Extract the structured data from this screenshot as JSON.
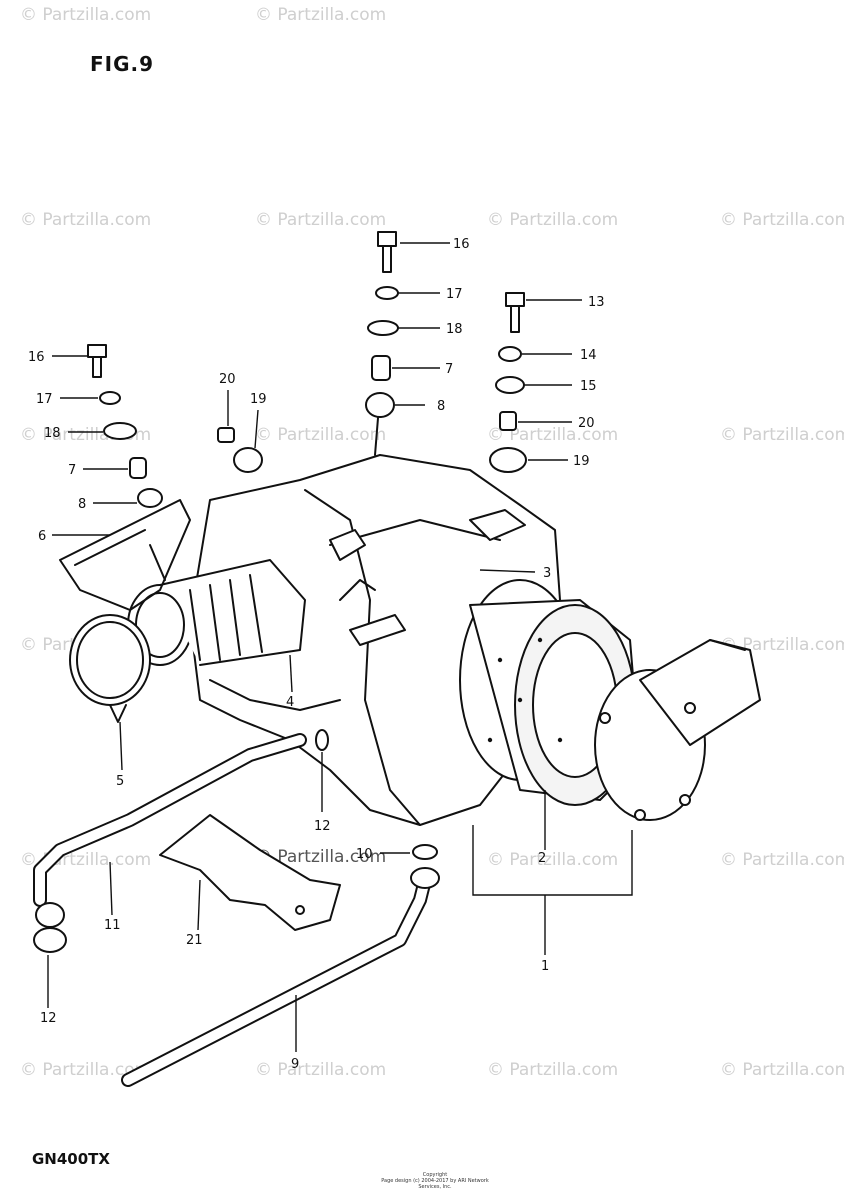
{
  "figure_title": "FIG.9",
  "model_code": "GN400TX",
  "watermark": "© Partzilla.com",
  "copyright_line1": "Copyright",
  "copyright_line2": "Page design (c) 2004-2017 by ARI Network Services, Inc.",
  "callouts": {
    "c1": "1",
    "c2": "2",
    "c3": "3",
    "c4": "4",
    "c5": "5",
    "c6": "6",
    "c7a": "7",
    "c7b": "7",
    "c8a": "8",
    "c8b": "8",
    "c9": "9",
    "c10": "10",
    "c11": "11",
    "c12a": "12",
    "c12b": "12",
    "c13": "13",
    "c14": "14",
    "c15": "15",
    "c16a": "16",
    "c16b": "16",
    "c17a": "17",
    "c17b": "17",
    "c18a": "18",
    "c18b": "18",
    "c19a": "19",
    "c19b": "19",
    "c20a": "20",
    "c20b": "20",
    "c21": "21"
  }
}
